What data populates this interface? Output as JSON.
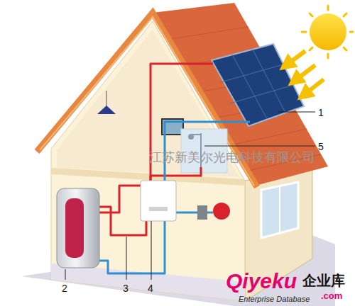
{
  "diagram": {
    "labels": [
      "1",
      "5",
      "2",
      "3",
      "4",
      "江苏新美尔光电科技有限公司",
      "Qiyeku",
      "企业库",
      "Enterprise Database",
      ".com"
    ]
  }
}
